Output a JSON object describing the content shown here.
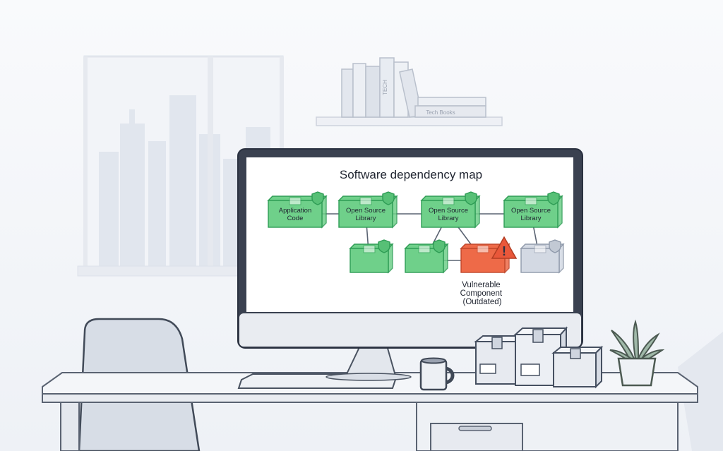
{
  "diagram": {
    "title": "Software dependency map",
    "nodes": [
      {
        "id": "app",
        "label_lines": [
          "Application",
          "Code"
        ],
        "status": "secure"
      },
      {
        "id": "lib1",
        "label_lines": [
          "Open Source",
          "Library"
        ],
        "status": "secure"
      },
      {
        "id": "lib2",
        "label_lines": [
          "Open Source",
          "Library"
        ],
        "status": "secure"
      },
      {
        "id": "lib3",
        "label_lines": [
          "Open Source",
          "Library"
        ],
        "status": "secure"
      },
      {
        "id": "dep1",
        "label_lines": [],
        "status": "secure"
      },
      {
        "id": "dep2",
        "label_lines": [],
        "status": "secure"
      },
      {
        "id": "vuln",
        "label_lines": [],
        "status": "vulnerable"
      },
      {
        "id": "dep3",
        "label_lines": [],
        "status": "unverified"
      }
    ],
    "edges": [
      [
        "app",
        "lib1"
      ],
      [
        "lib1",
        "lib2"
      ],
      [
        "lib2",
        "lib3"
      ],
      [
        "lib1",
        "dep1"
      ],
      [
        "lib2",
        "dep2"
      ],
      [
        "dep2",
        "vuln"
      ],
      [
        "lib2",
        "vuln"
      ],
      [
        "lib3",
        "dep3"
      ]
    ],
    "vulnerable_label_lines": [
      "Vulnerable",
      "Component",
      "(Outdated)"
    ],
    "warning_symbol": "!"
  },
  "shelf": {
    "book_spine_text": "TECH",
    "book_label": "Tech Books"
  },
  "colors": {
    "secure_fill": "#6fd08a",
    "secure_stroke": "#2e9c55",
    "vulnerable_fill": "#ee6a48",
    "vulnerable_stroke": "#c0462a",
    "unverified_fill": "#d3d9e3",
    "unverified_stroke": "#8f99aa",
    "warning_fill": "#e9573a",
    "monitor_frame": "#3a4150",
    "ink": "#2a3140"
  }
}
